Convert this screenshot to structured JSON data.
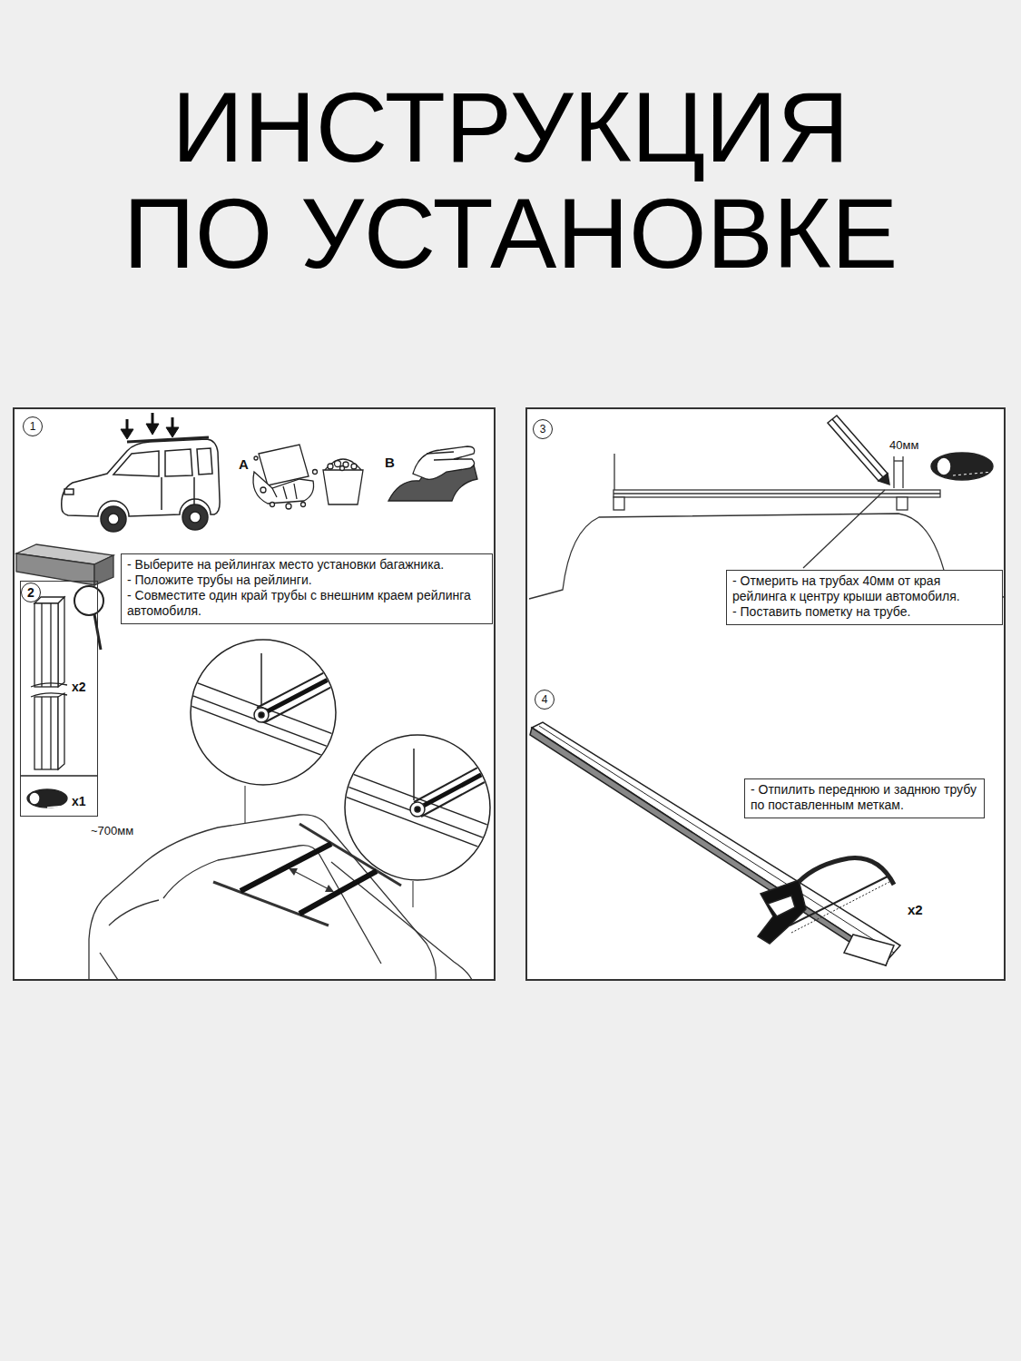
{
  "diagram": {
    "title": "ИНСТРУКЦИЯ ПО УСТАНОВКЕ",
    "nodes": [
      {
        "text": [
          "1"
        ]
      },
      {
        "text": [
          "- Выберите на рейлингах место установки багажника.",
          "- Положите трубы на рейлинги.",
          "- Совместите один край трубы с внешним краем рейлинга автомобиля."
        ]
      },
      {
        "text": [
          "x2",
          "x1"
        ]
      },
      {
        "text": [
          "2"
        ],
        "in": 2
      },
      {
        "text": [
          "3"
        ]
      },
      {
        "text": [
          "- Отмерить на трубах 40мм от края рейлинга к центру крыши автомобиля.",
          "- Поставить пометку на трубе."
        ]
      },
      {
        "text": [
          "4"
        ]
      },
      {
        "text": [
          "- Отпилить переднюю и заднюю трубу по поставленным меткам."
        ]
      }
    ],
    "labels": [
      "A",
      "B",
      "~700мм",
      "40мм",
      "x2"
    ]
  }
}
